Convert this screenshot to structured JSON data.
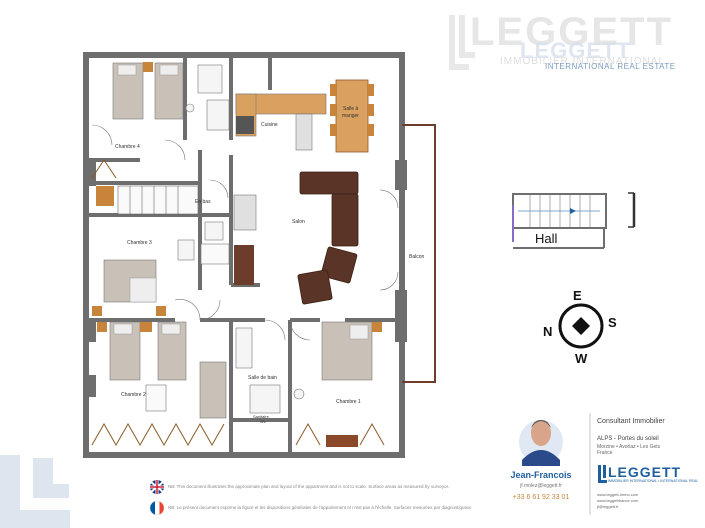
{
  "watermark": {
    "brand": "LEGGETT",
    "line1": "IMMOBILIER INTERNATIONAL",
    "line2": "INTERNATIONAL REAL ESTATE"
  },
  "rooms": {
    "chambre4": "Chambre 4",
    "cuisine": "Cuisine",
    "salle_a_manger_1": "Salle à",
    "salle_a_manger_2": "manger",
    "en_bas": "En bas",
    "chambre3": "Chambre 3",
    "salon": "Salon",
    "balcon": "Balcon",
    "chambre2": "Chambre 2",
    "salle_de_bain": "Salle de bain",
    "sdb_small_1": "Sanitaire",
    "sdb_small_2": "Wc",
    "chambre1": "Chambre 1"
  },
  "hall": {
    "label": "Hall"
  },
  "compass": {
    "n": "N",
    "e": "E",
    "s": "S",
    "w": "W"
  },
  "footer": {
    "note_en": "NB: This document illustrates the approximate plan and layout of the appartment and is not to scale. Surface areas as measured by surveyor.",
    "note_fr": "NB: Le présent document exprime la figure et les dispositions générales de l'appartement et n'est pas à l'échelle. Surfaces mesurées par diagnostiqueur.",
    "agent_name": "Jean-Francois",
    "agent_email": "jf.molez@leggett.fr",
    "agent_phone": "+33 6 61 92 33 01",
    "title": "Consultant Immobilier",
    "region": "ALPS - Portes du soleil",
    "region_sub": "Morzine • Avoriaz • Les Gets",
    "region_sub2": "France",
    "brand": "LEGGETT",
    "brand_sub": "IMMOBILIER INTERNATIONAL • INTERNATIONAL REAL ESTATE",
    "contact_1": "www.leggett-immo.com",
    "contact_2": "www.leggettfrance.com",
    "contact_3": "jf@leggett.fr"
  },
  "colors": {
    "wall": "#6e6e6e",
    "floor_light": "#f5f5f5",
    "bed": "#c9c0b8",
    "wood": "#d9a060",
    "brown": "#6b3d2a",
    "orange_furn": "#c8843a",
    "brand_blue": "#1f5fa0",
    "light_blue": "#dde6ef"
  }
}
